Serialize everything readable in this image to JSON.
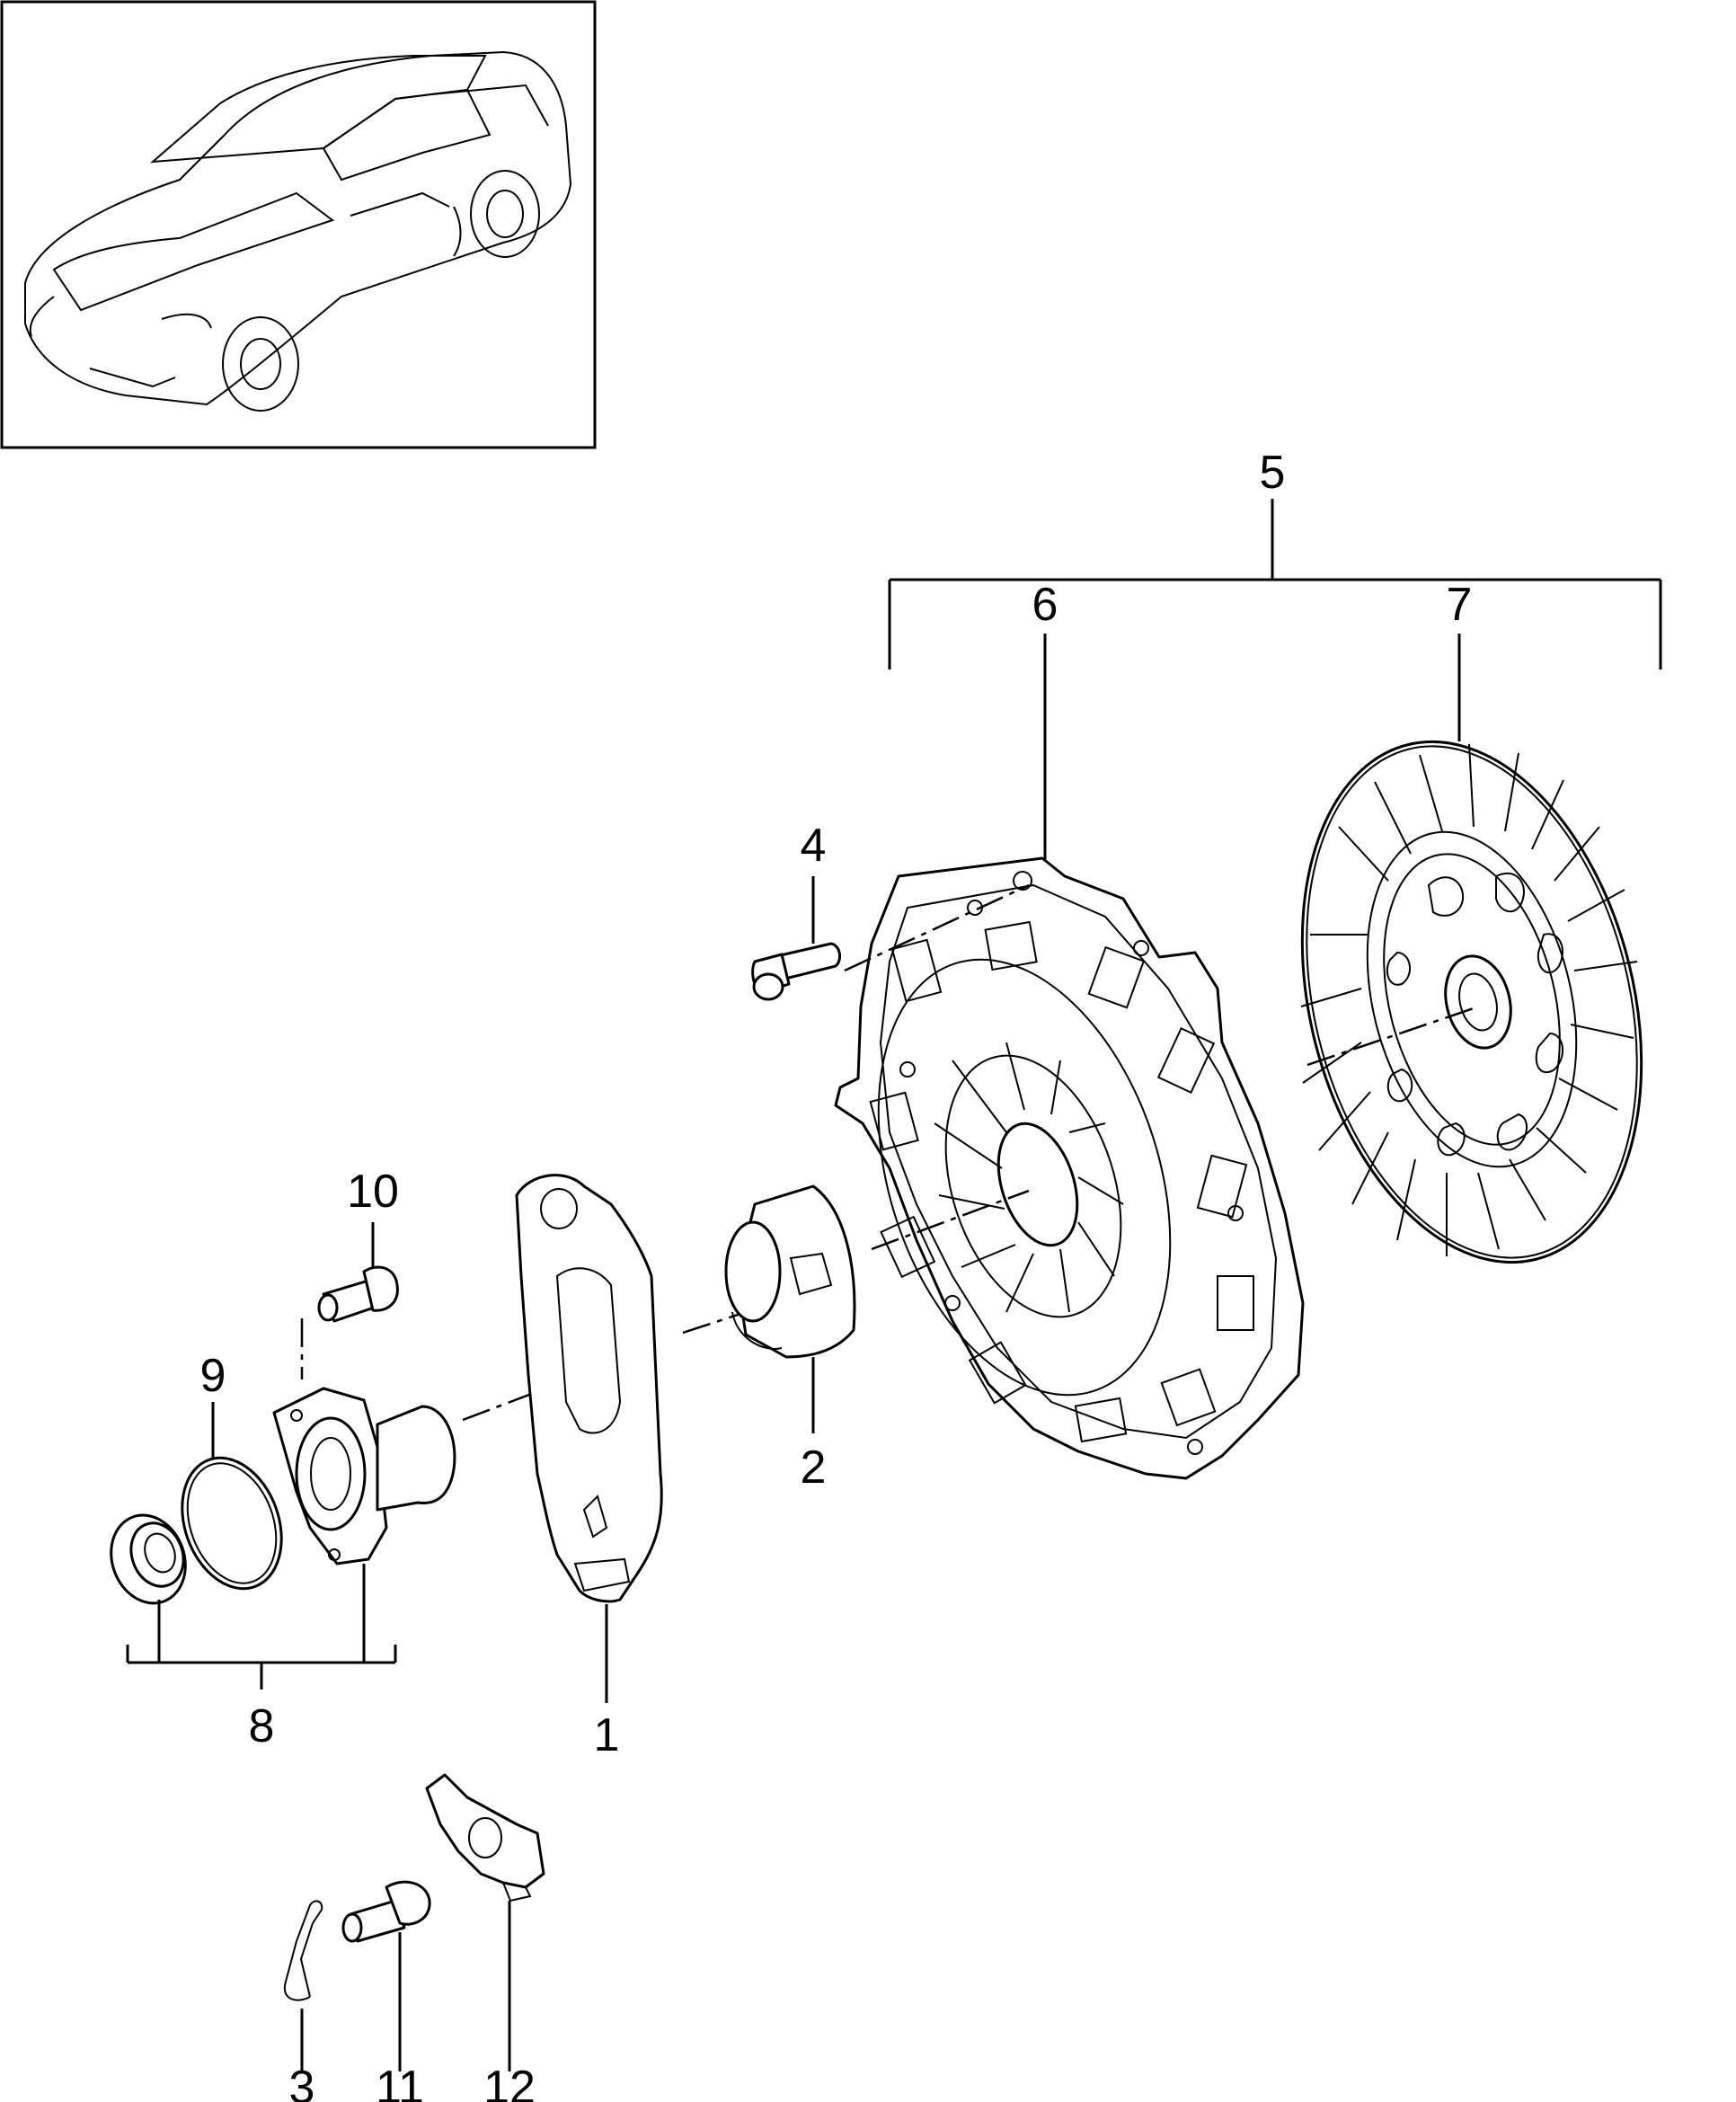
{
  "callouts": {
    "p1": "1",
    "p2": "2",
    "p3": "3",
    "p4": "4",
    "p5": "5",
    "p6": "6",
    "p7": "7",
    "p8": "8",
    "p9": "9",
    "p10": "10",
    "p11": "11",
    "p12": "12"
  },
  "colors": {
    "line": "#000000",
    "background": "#ffffff"
  }
}
